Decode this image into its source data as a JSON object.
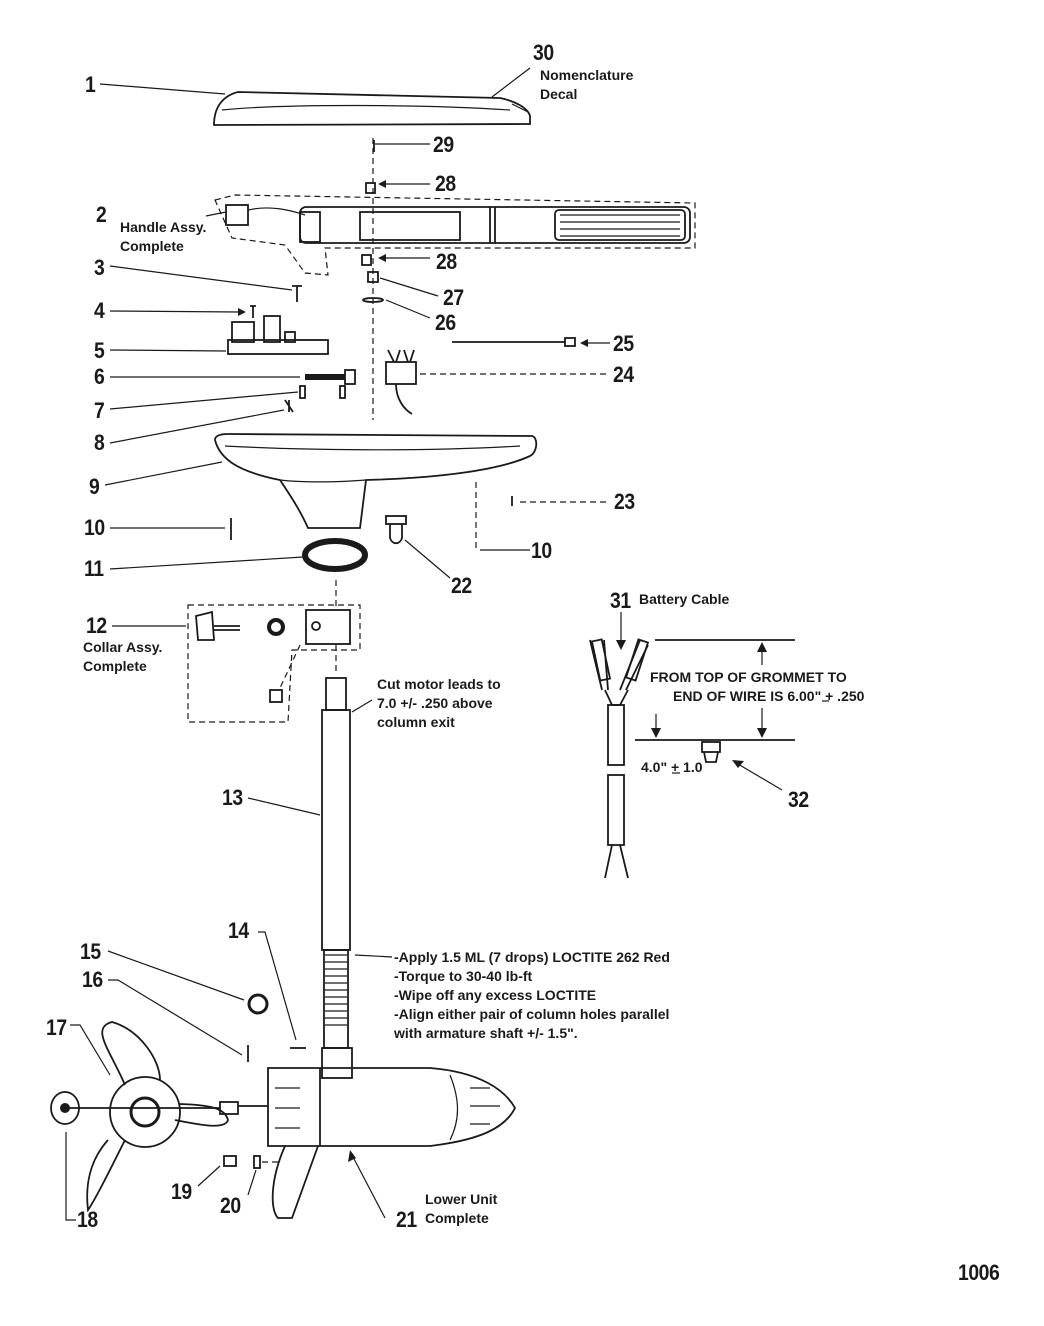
{
  "labels": {
    "l1": "1",
    "l2": "2",
    "l3": "3",
    "l4": "4",
    "l5": "5",
    "l6": "6",
    "l7": "7",
    "l8": "8",
    "l9": "9",
    "l10a": "10",
    "l10b": "10",
    "l11": "11",
    "l12": "12",
    "l13": "13",
    "l14": "14",
    "l15": "15",
    "l16": "16",
    "l17": "17",
    "l18": "18",
    "l19": "19",
    "l20": "20",
    "l21": "21",
    "l22": "22",
    "l23": "23",
    "l24": "24",
    "l25": "25",
    "l26": "26",
    "l27": "27",
    "l28a": "28",
    "l28b": "28",
    "l29": "29",
    "l30": "30",
    "l31": "31",
    "l32": "32"
  },
  "notes": {
    "decal": [
      "Nomenclature",
      "Decal"
    ],
    "handle": [
      "Handle Assy.",
      "Complete"
    ],
    "collar": [
      "Collar Assy.",
      "Complete"
    ],
    "cut_leads": [
      "Cut motor leads to",
      "7.0 +/- .250 above",
      "column exit"
    ],
    "battery_cable": "Battery Cable",
    "grommet": [
      "FROM TOP OF GROMMET TO",
      "END OF WIRE IS 6.00\" + .250"
    ],
    "dim_4": "4.0\" + 1.0",
    "instructions": [
      "-Apply 1.5 ML (7 drops) LOCTITE 262 Red",
      "-Torque to 30-40 lb-ft",
      "-Wipe off any excess LOCTITE",
      "-Align either pair of column holes parallel",
      "with armature shaft +/- 1.5\"."
    ],
    "lower_unit": [
      "Lower Unit",
      "Complete"
    ]
  },
  "page_number": "1006"
}
